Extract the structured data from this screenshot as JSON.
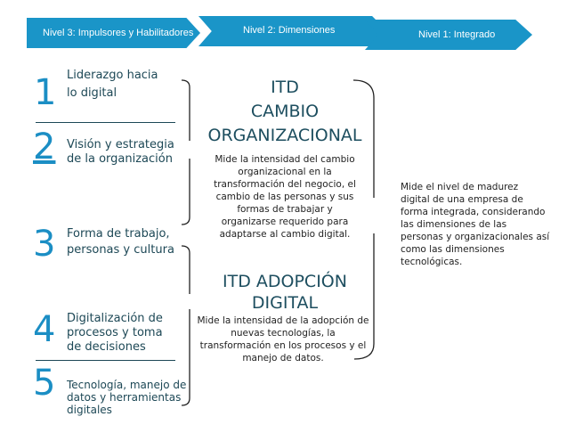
{
  "header": {
    "steps": [
      {
        "label": "Nivel 3: Impulsores y Habilitadores"
      },
      {
        "label": "Nivel 2: Dimensiones"
      },
      {
        "label": "Nivel 1: Integrado"
      }
    ],
    "color": "#1a95c8"
  },
  "drivers": [
    {
      "number": "1",
      "label_lines": [
        "Liderazgo hacia",
        "lo digital"
      ]
    },
    {
      "number": "2",
      "label_lines": [
        "Visión y estrategia",
        "de la organización"
      ]
    },
    {
      "number": "3",
      "label_lines": [
        "Forma de trabajo,",
        "personas y cultura"
      ]
    },
    {
      "number": "4",
      "label_lines": [
        "Digitalización  de",
        "procesos  y  toma",
        "de decisiones"
      ]
    },
    {
      "number": "5",
      "label_lines": [
        "Tecnología, manejo de",
        "datos y herramientas",
        "digitales"
      ]
    }
  ],
  "dimensions": [
    {
      "title_lines": [
        "ITD",
        "CAMBIO",
        "ORGANIZACIONAL"
      ],
      "desc_lines": [
        "Mide la intensidad del cambio",
        "organizacional en la",
        "transformación del negocio, el",
        "cambio de las personas y sus",
        "formas de trabajar y",
        "organizarse  requerido para",
        "adaptarse al  cambio digital."
      ]
    },
    {
      "title_lines": [
        "ITD  ADOPCIÓN",
        "DIGITAL"
      ],
      "desc_lines": [
        "Mide la intensidad de la adopción  de",
        "nuevas tecnologías, la",
        "transformación en los procesos y  el",
        "manejo de datos."
      ]
    }
  ],
  "integrated": {
    "desc_lines": [
      "Mide el nivel de madurez",
      "digital de una empresa de",
      "forma integrada, considerando",
      "las dimensiones de las",
      "personas y organizacionales así",
      "como las dimensiones",
      "tecnológicas."
    ]
  }
}
